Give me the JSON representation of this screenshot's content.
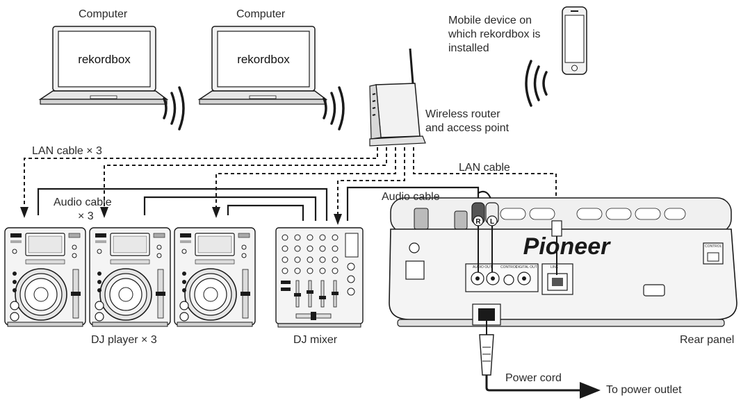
{
  "labels": {
    "computer_1": "Computer",
    "computer_2": "Computer",
    "laptop_screen_1": "rekordbox",
    "laptop_screen_2": "rekordbox",
    "mobile_device": [
      "Mobile device on",
      "which rekordbox is",
      "installed"
    ],
    "router": [
      "Wireless router",
      "and access point"
    ],
    "lan_cable_x3": "LAN cable × 3",
    "audio_cable_x3": [
      "Audio cable",
      "× 3"
    ],
    "lan_cable": "LAN cable",
    "audio_cable": "Audio cable",
    "dj_player_x3": "DJ player × 3",
    "dj_mixer": "DJ mixer",
    "rear_panel": "Rear panel",
    "power_cord": "Power cord",
    "to_power_outlet": "To power outlet",
    "brand_logo": "Pioneer",
    "rca_right": "R",
    "rca_left": "L",
    "panel_audio_out": "AUDIO OUT",
    "panel_control": "CONTROL",
    "panel_digital_out": "DIGITAL OUT",
    "panel_link": "LINK",
    "panel_usb": "CONTROL"
  },
  "colors": {
    "line": "#1a1a1a",
    "device_fill": "#f2f2f2",
    "device_dark": "#3a3a3a",
    "screen_fill": "#ffffff"
  },
  "icons": [
    "laptop-icon",
    "smartphone-icon",
    "router-icon",
    "wifi-waves-icon",
    "dj-player-icon",
    "dj-mixer-icon",
    "rear-panel-icon",
    "power-plug-icon"
  ]
}
